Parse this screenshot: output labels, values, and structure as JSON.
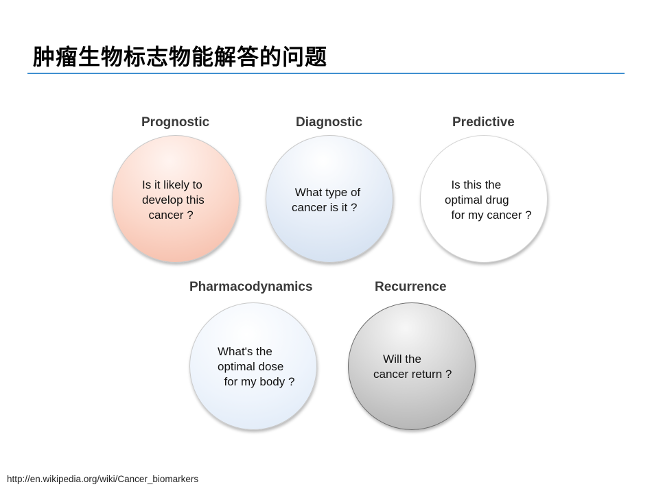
{
  "slide": {
    "title": "肿瘤生物标志物能解答的问题",
    "source": "http://en.wikipedia.org/wiki/Cancer_biomarkers"
  },
  "nodes": [
    {
      "id": "prognostic",
      "label": "Prognostic",
      "question": "Is it likely to\ndevelop this\n  cancer ?"
    },
    {
      "id": "diagnostic",
      "label": "Diagnostic",
      "question": " What type of\ncancer is it ?"
    },
    {
      "id": "predictive",
      "label": "Predictive",
      "question": "  Is this the\noptimal drug\n  for my cancer ?"
    },
    {
      "id": "pharmacodynamics",
      "label": "Pharmacodynamics",
      "question": "What's the\noptimal dose\n  for my body ?"
    },
    {
      "id": "recurrence",
      "label": "Recurrence",
      "question": "   Will the\ncancer return ?"
    }
  ]
}
